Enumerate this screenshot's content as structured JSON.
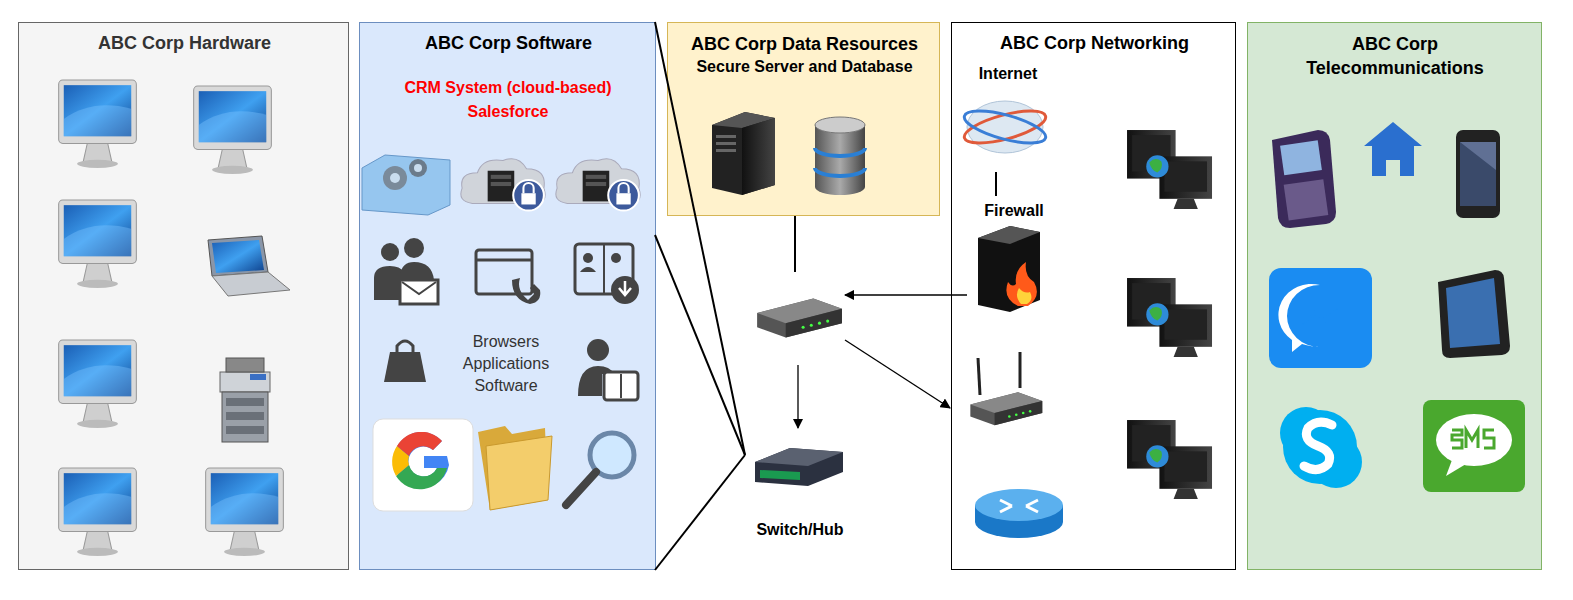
{
  "diagram": {
    "nodes": [
      {
        "text": [
          "ABC Corp Hardware"
        ]
      },
      {
        "text": [
          "ABC Corp Software",
          "CRM System (cloud-based) Salesforce",
          "Browsers Applications Software"
        ]
      },
      {
        "text": [
          "ABC Corp Data Resources",
          "Secure Server and Database"
        ]
      },
      {
        "text": [
          "ABC Corp Networking",
          "Internet",
          "Firewall"
        ]
      },
      {
        "text": [
          "ABC Corp Telecommunications"
        ]
      }
    ],
    "labels": [
      "Switch/Hub"
    ]
  }
}
